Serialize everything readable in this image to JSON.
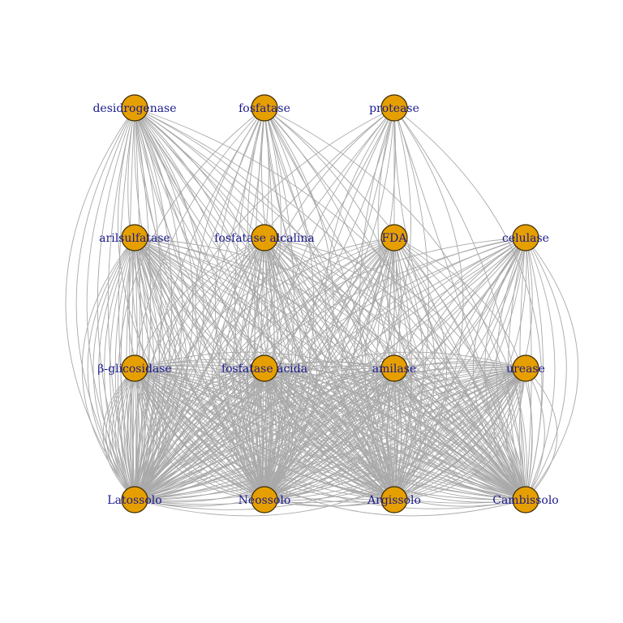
{
  "graph": {
    "node_color": "#E69F00",
    "edge_color": "#A9A9A9",
    "label_color": "#1A1A8C",
    "nodes": [
      {
        "id": "desidrogenase",
        "label": "desidrogenase",
        "row": 0,
        "col": 0
      },
      {
        "id": "fosfatase",
        "label": "fosfatase",
        "row": 0,
        "col": 1
      },
      {
        "id": "protease",
        "label": "protease",
        "row": 0,
        "col": 2
      },
      {
        "id": "arilsulfatase",
        "label": "arilsulfatase",
        "row": 1,
        "col": 0
      },
      {
        "id": "fosfatase-alcalina",
        "label": "fosfatase alcalina",
        "row": 1,
        "col": 1
      },
      {
        "id": "fda",
        "label": "FDA",
        "row": 1,
        "col": 2
      },
      {
        "id": "celulase",
        "label": "celulase",
        "row": 1,
        "col": 3
      },
      {
        "id": "beta-glicosidase",
        "label": "β-glicosidase",
        "row": 2,
        "col": 0
      },
      {
        "id": "fosfatase-acida",
        "label": "fosfatase ácida",
        "row": 2,
        "col": 1
      },
      {
        "id": "amilase",
        "label": "amilase",
        "row": 2,
        "col": 2
      },
      {
        "id": "urease",
        "label": "urease",
        "row": 2,
        "col": 3
      },
      {
        "id": "latossolo",
        "label": "Latossolo",
        "row": 3,
        "col": 0
      },
      {
        "id": "neossolo",
        "label": "Neossolo",
        "row": 3,
        "col": 1
      },
      {
        "id": "argissolo",
        "label": "Argissolo",
        "row": 3,
        "col": 2
      },
      {
        "id": "cambissolo",
        "label": "Cambissolo",
        "row": 3,
        "col": 3
      }
    ],
    "edge_groups": [
      {
        "from": "desidrogenase",
        "to": "latossolo",
        "count": 14
      },
      {
        "from": "desidrogenase",
        "to": "neossolo",
        "count": 10
      },
      {
        "from": "desidrogenase",
        "to": "argissolo",
        "count": 9
      },
      {
        "from": "desidrogenase",
        "to": "cambissolo",
        "count": 8
      },
      {
        "from": "fosfatase",
        "to": "latossolo",
        "count": 8
      },
      {
        "from": "fosfatase",
        "to": "neossolo",
        "count": 8
      },
      {
        "from": "fosfatase",
        "to": "argissolo",
        "count": 7
      },
      {
        "from": "fosfatase",
        "to": "cambissolo",
        "count": 6
      },
      {
        "from": "protease",
        "to": "latossolo",
        "count": 6
      },
      {
        "from": "protease",
        "to": "neossolo",
        "count": 6
      },
      {
        "from": "protease",
        "to": "argissolo",
        "count": 5
      },
      {
        "from": "protease",
        "to": "cambissolo",
        "count": 5
      },
      {
        "from": "arilsulfatase",
        "to": "latossolo",
        "count": 20
      },
      {
        "from": "arilsulfatase",
        "to": "neossolo",
        "count": 12
      },
      {
        "from": "arilsulfatase",
        "to": "argissolo",
        "count": 10
      },
      {
        "from": "arilsulfatase",
        "to": "cambissolo",
        "count": 10
      },
      {
        "from": "fosfatase-alcalina",
        "to": "latossolo",
        "count": 12
      },
      {
        "from": "fosfatase-alcalina",
        "to": "neossolo",
        "count": 16
      },
      {
        "from": "fosfatase-alcalina",
        "to": "argissolo",
        "count": 10
      },
      {
        "from": "fosfatase-alcalina",
        "to": "cambissolo",
        "count": 10
      },
      {
        "from": "fda",
        "to": "latossolo",
        "count": 12
      },
      {
        "from": "fda",
        "to": "neossolo",
        "count": 12
      },
      {
        "from": "fda",
        "to": "argissolo",
        "count": 10
      },
      {
        "from": "fda",
        "to": "cambissolo",
        "count": 10
      },
      {
        "from": "celulase",
        "to": "latossolo",
        "count": 9
      },
      {
        "from": "celulase",
        "to": "neossolo",
        "count": 9
      },
      {
        "from": "celulase",
        "to": "argissolo",
        "count": 9
      },
      {
        "from": "celulase",
        "to": "cambissolo",
        "count": 10
      },
      {
        "from": "beta-glicosidase",
        "to": "latossolo",
        "count": 22
      },
      {
        "from": "beta-glicosidase",
        "to": "neossolo",
        "count": 16
      },
      {
        "from": "beta-glicosidase",
        "to": "argissolo",
        "count": 14
      },
      {
        "from": "beta-glicosidase",
        "to": "cambissolo",
        "count": 14
      },
      {
        "from": "fosfatase-acida",
        "to": "latossolo",
        "count": 16
      },
      {
        "from": "fosfatase-acida",
        "to": "neossolo",
        "count": 20
      },
      {
        "from": "fosfatase-acida",
        "to": "argissolo",
        "count": 16
      },
      {
        "from": "fosfatase-acida",
        "to": "cambissolo",
        "count": 14
      },
      {
        "from": "amilase",
        "to": "latossolo",
        "count": 14
      },
      {
        "from": "amilase",
        "to": "neossolo",
        "count": 14
      },
      {
        "from": "amilase",
        "to": "argissolo",
        "count": 14
      },
      {
        "from": "amilase",
        "to": "cambissolo",
        "count": 14
      },
      {
        "from": "urease",
        "to": "latossolo",
        "count": 16
      },
      {
        "from": "urease",
        "to": "neossolo",
        "count": 16
      },
      {
        "from": "urease",
        "to": "argissolo",
        "count": 16
      },
      {
        "from": "urease",
        "to": "cambissolo",
        "count": 6
      }
    ]
  }
}
